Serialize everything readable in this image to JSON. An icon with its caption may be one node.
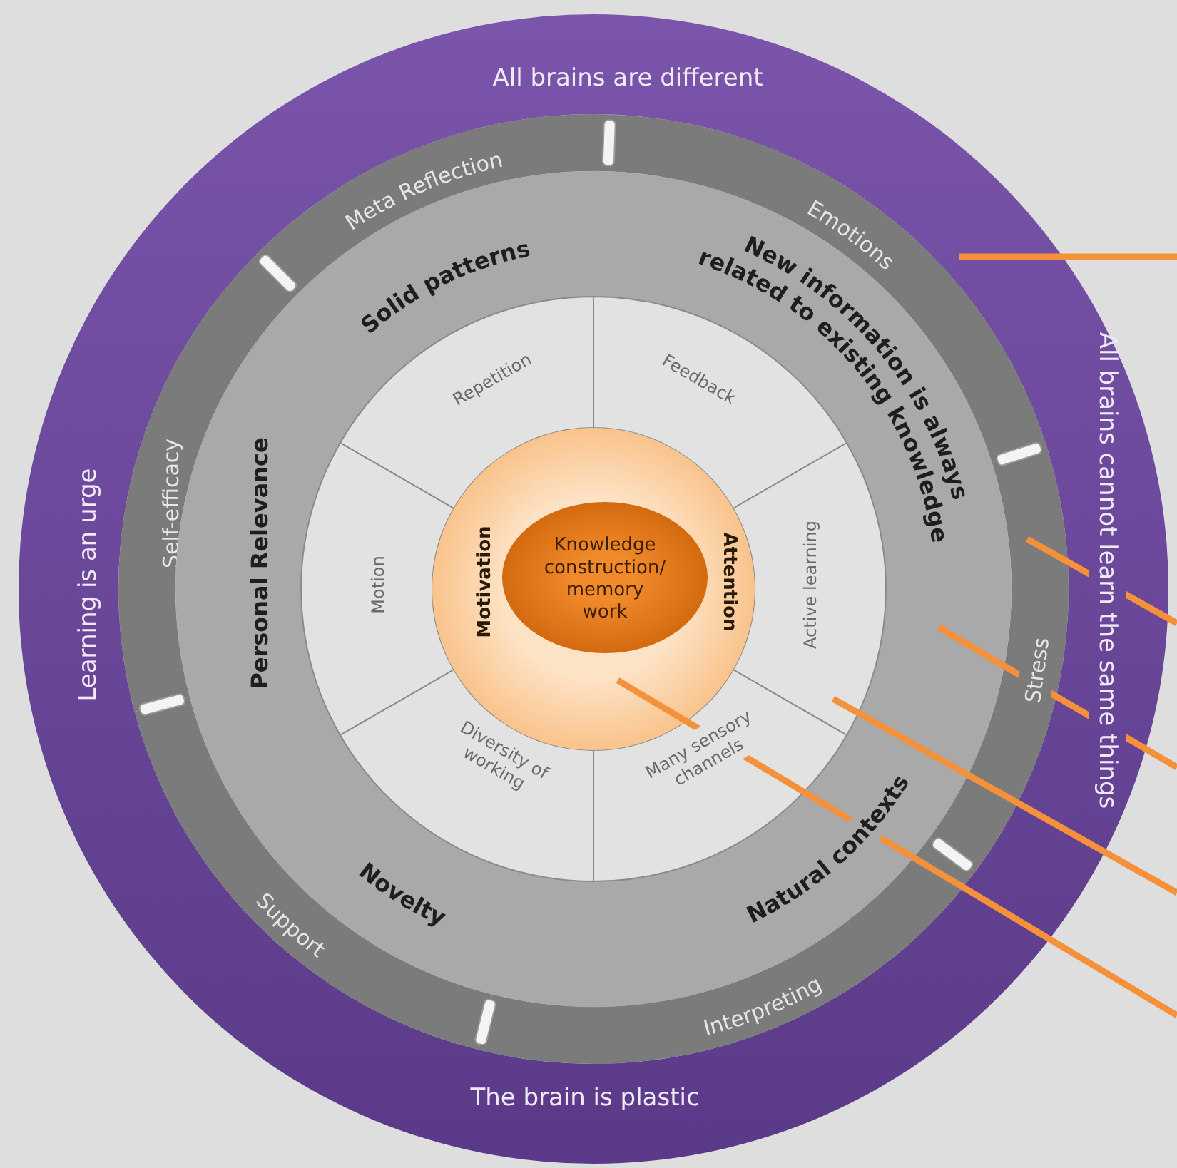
{
  "diagram": {
    "nodes": [
      {
        "text": [
          "All brains are different",
          "Learning is an urge",
          "All brains cannot learn the same things",
          "The brain is plastic"
        ]
      },
      {
        "text": [
          "Meta Reflection"
        ],
        "in": 0
      },
      {
        "text": [
          "Emotions"
        ],
        "in": 0
      },
      {
        "text": [
          "Self-efficacy"
        ],
        "in": 0
      },
      {
        "text": [
          "Stress"
        ],
        "in": 0
      },
      {
        "text": [
          "Support"
        ],
        "in": 0
      },
      {
        "text": [
          "Interpreting"
        ],
        "in": 0
      },
      {
        "text": [
          "Solid patterns",
          "New information is always related to existing knowledge",
          "Personal Relevance",
          "Novelty",
          "Natural contexts"
        ],
        "in": 0
      },
      {
        "text": [
          "Repetition"
        ],
        "in": 7
      },
      {
        "text": [
          "Feedback"
        ],
        "in": 7
      },
      {
        "text": [
          "Motion"
        ],
        "in": 7
      },
      {
        "text": [
          "Active learning"
        ],
        "in": 7
      },
      {
        "text": [
          "Diversity of working"
        ],
        "in": 7
      },
      {
        "text": [
          "Many sensory channels"
        ],
        "in": 7
      },
      {
        "text": [
          "Motivation",
          "Attention"
        ],
        "in": 7
      },
      {
        "text": [
          "Knowledge construction/ memory work"
        ],
        "in": 14
      }
    ],
    "edges": [
      {
        "from": null,
        "to": 0,
        "arrow": "none"
      },
      {
        "from": null,
        "to": 4,
        "arrow": "none"
      },
      {
        "from": null,
        "to": 7,
        "arrow": "none"
      },
      {
        "from": null,
        "to": 11,
        "arrow": "none"
      },
      {
        "from": null,
        "to": 14,
        "arrow": "none"
      }
    ]
  }
}
